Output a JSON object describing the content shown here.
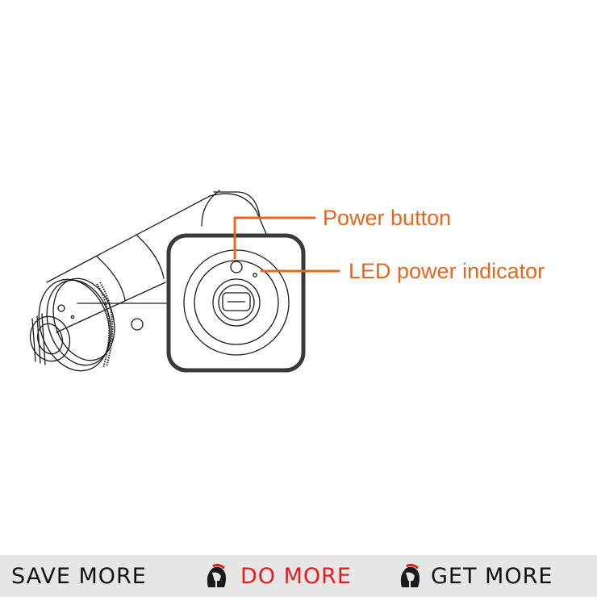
{
  "callouts": {
    "power_button": "Power button",
    "led_indicator": "LED power indicator"
  },
  "banner": {
    "save_more": "SAVE MORE",
    "do_more": "DO MORE",
    "get_more": "GET MORE"
  },
  "colors": {
    "accent_orange": "#e8671c",
    "banner_red": "#e11d1d",
    "banner_bg": "#e6e6e6",
    "line_art": "#111111"
  },
  "icons": [
    "spartan-helmet-icon",
    "spartan-helmet-icon"
  ]
}
